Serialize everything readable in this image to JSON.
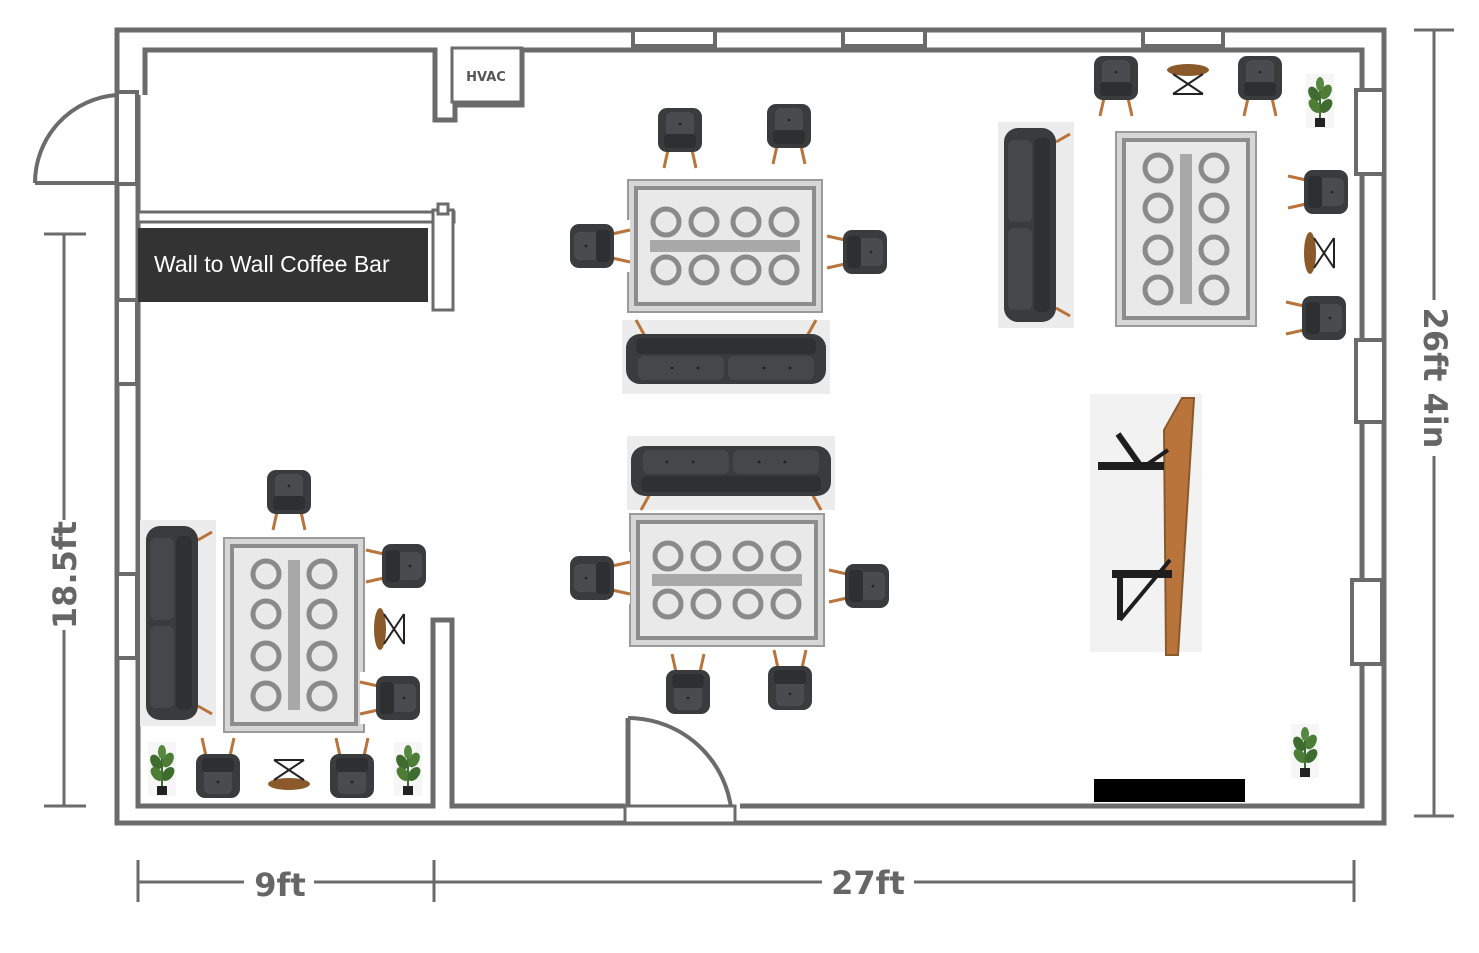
{
  "labels": {
    "hvac": "HVAC",
    "coffee_bar": "Wall to Wall Coffee Bar"
  },
  "dimensions": {
    "left_height": "18.5ft",
    "right_height": "26ft 4in",
    "bottom_left_width": "9ft",
    "bottom_right_width": "27ft"
  },
  "colors": {
    "wall": "#6b6b6b",
    "sofa": "#3a3b3d",
    "rug": "#9a9a9a",
    "wood": "#b8743a",
    "coffee_bar_fill": "#333333",
    "tv_fill": "#000000",
    "plant": "#3e6b2e"
  },
  "icons": {
    "armchair": "armchair-icon",
    "sofa": "sofa-icon",
    "rug": "rug-icon",
    "side_table": "side-table-icon",
    "plant": "plant-icon",
    "door": "door-swing-icon",
    "window": "window-icon"
  }
}
